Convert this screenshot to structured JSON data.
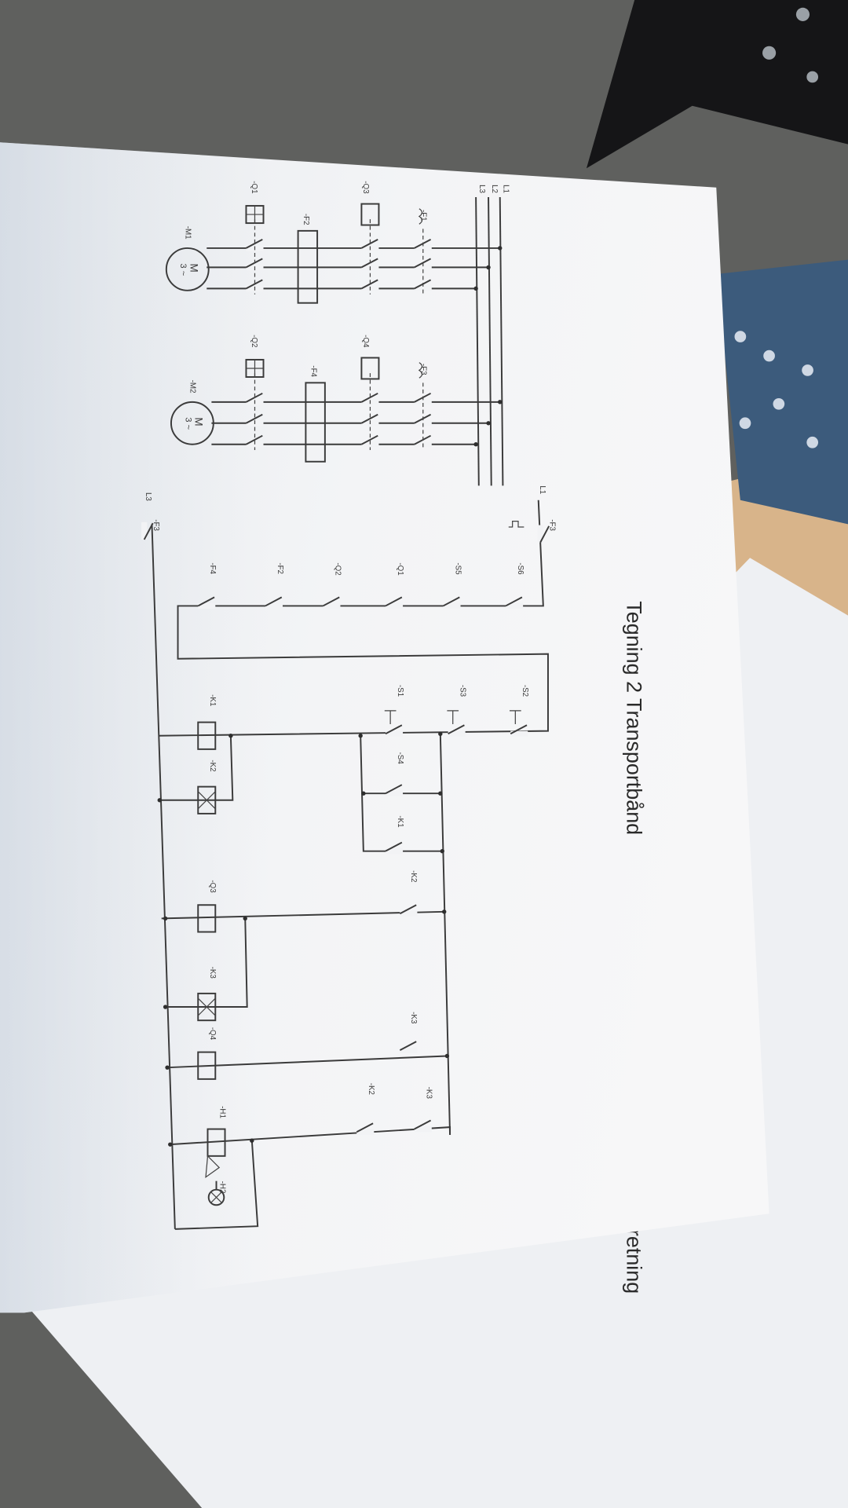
{
  "title": "Tegning 2 Transportbånd",
  "second_paper_text": "retning",
  "power_circuit": {
    "supply": [
      "L1",
      "L2",
      "L3"
    ],
    "motor1": {
      "label": "-M1",
      "symbol": "M",
      "phase": "3 ~",
      "contactor": "-Q1",
      "contactor2": "-Q3",
      "overload": "-F2",
      "breaker": "-F1"
    },
    "motor2": {
      "label": "-M2",
      "symbol": "M",
      "phase": "3 ~",
      "contactor": "-Q2",
      "contactor2": "-Q4",
      "overload": "-F4",
      "breaker": "-F3"
    }
  },
  "control_circuit": {
    "supply_top": "L1",
    "supply_bottom": "L3",
    "fuse": "-F3",
    "series_chain": [
      "-S6",
      "-S5",
      "-Q1",
      "-Q2",
      "-F2",
      "-F4"
    ],
    "start_row": [
      "-S2",
      "-S3",
      "-S1"
    ],
    "parallel": [
      "-S4",
      "-K1"
    ],
    "coils": [
      "-K1",
      "-K2",
      "-Q3",
      "-K3",
      "-Q4",
      "-H1",
      "-H2"
    ],
    "timer_contacts": [
      "-K2",
      "-K3",
      "-K3",
      "-K2"
    ]
  }
}
